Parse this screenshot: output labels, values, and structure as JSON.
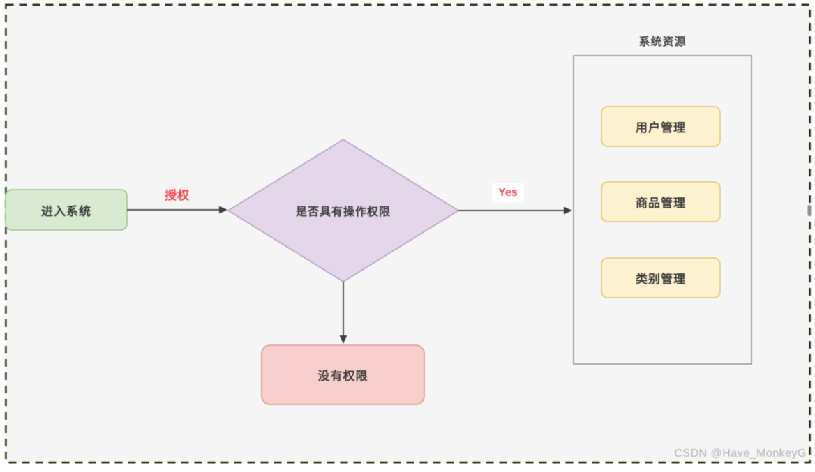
{
  "diagram": {
    "nodes": {
      "start": {
        "label": "进入系统"
      },
      "decision": {
        "label": "是否具有操作权限"
      },
      "denied": {
        "label": "没有权限"
      },
      "resources": {
        "title": "系统资源",
        "items": [
          {
            "label": "用户管理"
          },
          {
            "label": "商品管理"
          },
          {
            "label": "类别管理"
          }
        ]
      }
    },
    "edges": [
      {
        "from": "start",
        "to": "decision",
        "label": "授权"
      },
      {
        "from": "decision",
        "to": "resources",
        "label": "Yes"
      },
      {
        "from": "decision",
        "to": "denied",
        "label": ""
      }
    ],
    "colors": {
      "canvas_bg": "#f5f5f5",
      "dashed_border": "#1e1e1e",
      "dashed_border_glow": "#8bc34a",
      "start_fill": "#d9e9d2",
      "start_stroke": "#9cc48b",
      "decision_fill": "#e2d6e8",
      "decision_stroke": "#b7a0c5",
      "resource_fill": "#fdf2cf",
      "resource_stroke": "#e5ca7e",
      "denied_fill": "#f6cfcd",
      "denied_stroke": "#dfa09c",
      "container_stroke": "#929292",
      "arrow": "#3f3f3f",
      "scrollbar": "#8f8f8f"
    }
  },
  "watermark": {
    "text": "CSDN @Have_MonkeyG"
  }
}
